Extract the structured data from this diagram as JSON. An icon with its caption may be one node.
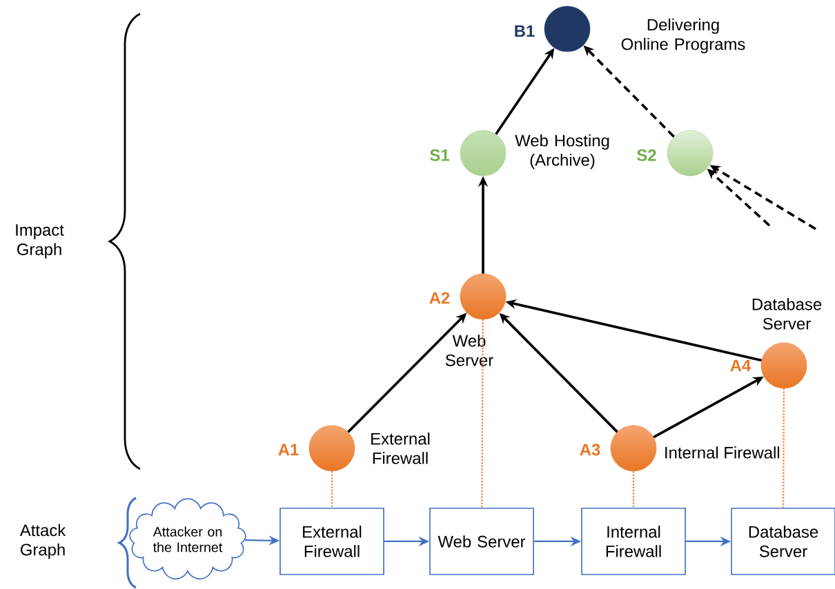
{
  "diagram": {
    "nodes": [
      {
        "text": [
          "B1"
        ],
        "beside": [
          "Delivering Online Programs"
        ]
      },
      {
        "text": [
          "S1"
        ],
        "beside": [
          "Web Hosting (Archive)"
        ]
      },
      {
        "text": [
          "S2"
        ]
      },
      {
        "text": [
          "A2"
        ],
        "beside": [
          "Web Server"
        ]
      },
      {
        "text": [
          "A1"
        ],
        "beside": [
          "External Firewall"
        ]
      },
      {
        "text": [
          "A3"
        ],
        "beside": [
          "Internal Firewall"
        ]
      },
      {
        "text": [
          "A4"
        ],
        "beside": [
          "Database Server"
        ]
      },
      {
        "text": [
          "Attacker on the Internet"
        ]
      },
      {
        "text": [
          "External Firewall"
        ]
      },
      {
        "text": [
          "Web Server"
        ]
      },
      {
        "text": [
          "Internal Firewall"
        ]
      },
      {
        "text": [
          "Database Server"
        ]
      }
    ],
    "edges": [
      {
        "from": 1,
        "to": 0,
        "arrow": "to"
      },
      {
        "from": 2,
        "to": 0,
        "arrow": "to",
        "style": "dashed"
      },
      {
        "from": null,
        "to": 2,
        "arrow": "to",
        "style": "dashed"
      },
      {
        "from": null,
        "to": 2,
        "arrow": "to",
        "style": "dashed"
      },
      {
        "from": 3,
        "to": 1,
        "arrow": "to"
      },
      {
        "from": 4,
        "to": 3,
        "arrow": "to"
      },
      {
        "from": 5,
        "to": 3,
        "arrow": "to"
      },
      {
        "from": 6,
        "to": 3,
        "arrow": "to"
      },
      {
        "from": 5,
        "to": 6,
        "arrow": "to"
      },
      {
        "from": 4,
        "to": 8,
        "arrow": "none",
        "style": "dashed",
        "color": "#ed7d31"
      },
      {
        "from": 3,
        "to": 9,
        "arrow": "none",
        "style": "dashed",
        "color": "#ed7d31"
      },
      {
        "from": 5,
        "to": 10,
        "arrow": "none",
        "style": "dashed",
        "color": "#ed7d31"
      },
      {
        "from": 6,
        "to": 11,
        "arrow": "none",
        "style": "dashed",
        "color": "#ed7d31"
      },
      {
        "from": 7,
        "to": 8,
        "arrow": "to",
        "color": "#4472c4"
      },
      {
        "from": 8,
        "to": 9,
        "arrow": "to",
        "color": "#4472c4"
      },
      {
        "from": 9,
        "to": 10,
        "arrow": "to",
        "color": "#4472c4"
      },
      {
        "from": 10,
        "to": 11,
        "arrow": "to",
        "color": "#4472c4"
      }
    ],
    "labels": [
      "Impact Graph",
      "Attack Graph"
    ]
  }
}
